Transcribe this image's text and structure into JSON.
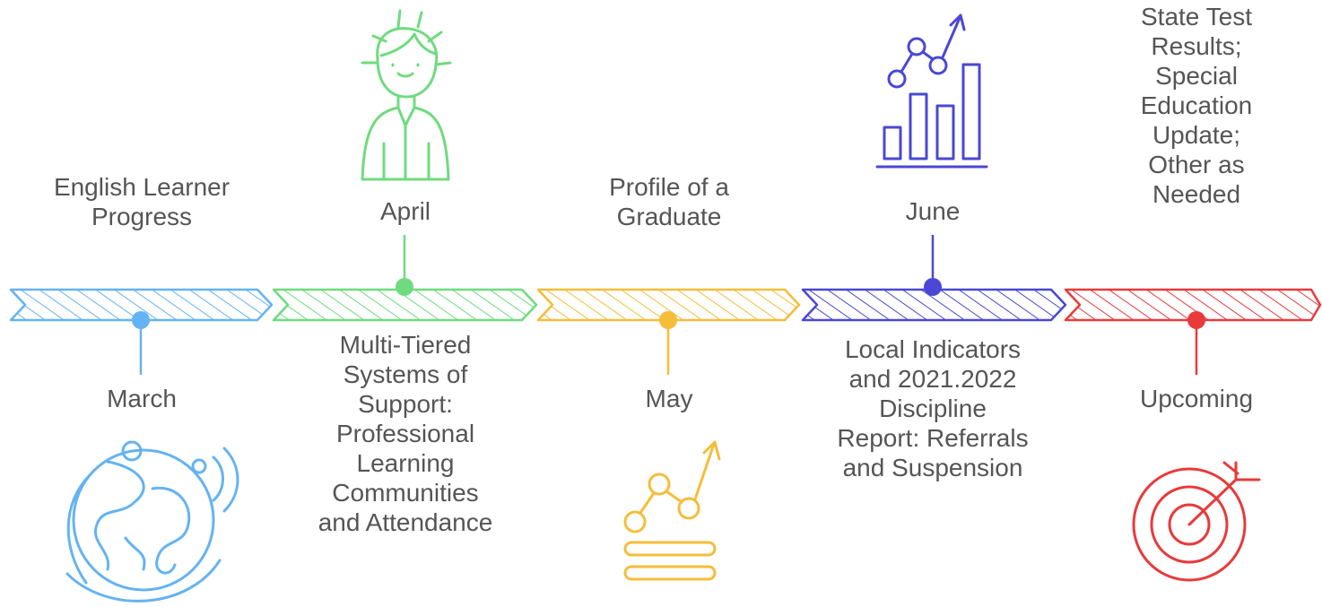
{
  "colors": {
    "march": "#64b3f2",
    "april": "#6fdb7e",
    "may": "#f5bd3a",
    "june": "#4a48d4",
    "upcoming": "#e83a3a",
    "text": "#555555"
  },
  "timeline": {
    "segments": [
      {
        "id": "march",
        "month": "March",
        "topic_lines": [
          "English Learner",
          "Progress"
        ],
        "icon": "globe-icon"
      },
      {
        "id": "april",
        "month": "April",
        "topic_lines": [
          "Multi-Tiered",
          "Systems of",
          "Support:",
          "Professional",
          "Learning",
          "Communities",
          "and Attendance"
        ],
        "icon": "person-icon"
      },
      {
        "id": "may",
        "month": "May",
        "topic_lines": [
          "Profile of a",
          "Graduate"
        ],
        "icon": "growth-chart-icon"
      },
      {
        "id": "june",
        "month": "June",
        "topic_lines": [
          "Local Indicators",
          "and 2021.2022",
          "Discipline",
          "Report: Referrals",
          "and Suspension"
        ],
        "icon": "bar-chart-icon"
      },
      {
        "id": "upcoming",
        "month": "Upcoming",
        "topic_lines": [
          "State Test Results;",
          "Special Education",
          "Update; Other as",
          "Needed"
        ],
        "icon": "target-icon"
      }
    ]
  }
}
